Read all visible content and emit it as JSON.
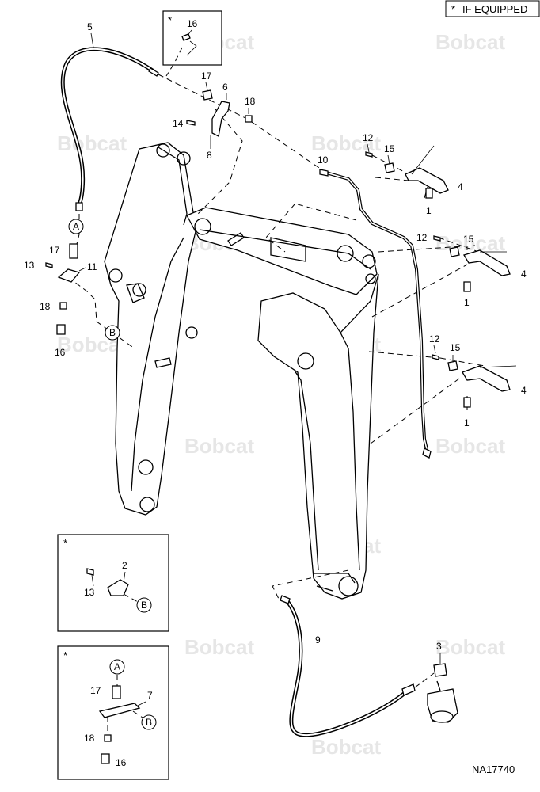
{
  "header": {
    "star": "*",
    "note": "IF EQUIPPED"
  },
  "watermark": "Bobcat",
  "figure_id": "NA17740",
  "callouts": {
    "c1a": "1",
    "c1b": "1",
    "c1c": "1",
    "c2": "2",
    "c3": "3",
    "c4a": "4",
    "c4b": "4",
    "c4c": "4",
    "c5": "5",
    "c6": "6",
    "c7": "7",
    "c8": "8",
    "c9": "9",
    "c10": "10",
    "c11": "11",
    "c12a": "12",
    "c12b": "12",
    "c12c": "12",
    "c13a": "13",
    "c13b": "13",
    "c14": "14",
    "c15a": "15",
    "c15b": "15",
    "c15c": "15",
    "c16a": "16",
    "c16b": "16",
    "c16c": "16",
    "c17a": "17",
    "c17b": "17",
    "c17c": "17",
    "c18a": "18",
    "c18b": "18",
    "c18c": "18"
  },
  "refs": {
    "A1": "A",
    "A2": "A",
    "B1": "B",
    "B2": "B",
    "B3": "B"
  },
  "boxes": {
    "star1": "*",
    "star2": "*",
    "star3": "*"
  }
}
